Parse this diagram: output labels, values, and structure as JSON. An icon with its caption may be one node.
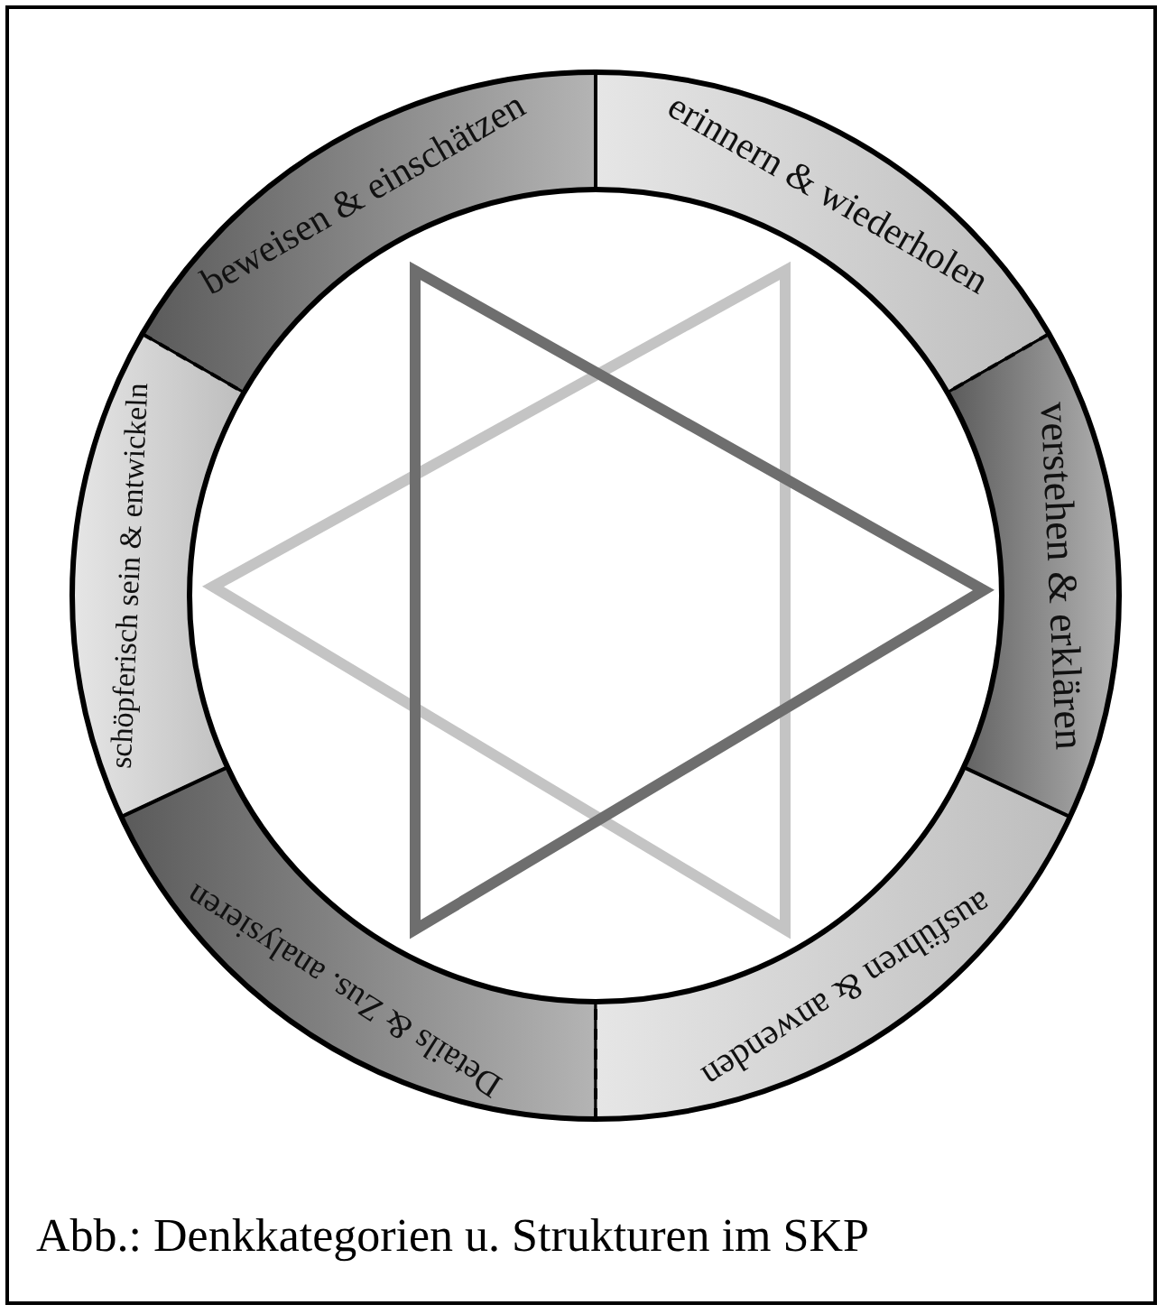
{
  "diagram": {
    "caption": "Abb.: Denkkategorien u. Strukturen im SKP",
    "nodes": [
      {
        "text": [
          "beweisen & einschätzen"
        ]
      },
      {
        "text": [
          "erinnern & wiederholen"
        ]
      },
      {
        "text": [
          "schöpferisch sein & entwickeln"
        ]
      },
      {
        "text": [
          "verstehen & erklären"
        ]
      },
      {
        "text": [
          "Details & Zus. analysieren"
        ]
      },
      {
        "text": [
          "ausführen & anwenden"
        ]
      }
    ]
  }
}
